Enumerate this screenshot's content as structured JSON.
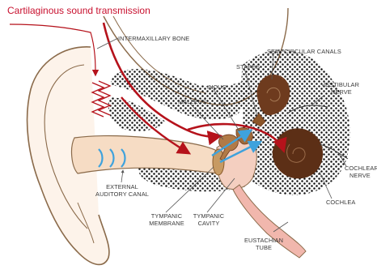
{
  "diagram": {
    "title": "Cartilaginous sound transmission",
    "colors": {
      "title_red": "#c8102e",
      "arrow_red": "#b5121b",
      "arrow_blue": "#3ea2dd",
      "skin_outline": "#8a6a4a",
      "canal_fill": "#f6dcc4",
      "ossicles_brown": "#6e3b1e",
      "label_gray": "#3a3a3a"
    },
    "labels": {
      "intermaxillary_bone": "INTERMAXILLARY BONE",
      "semicircular_canals": "SEMI-CIRCULAR CANALS",
      "stapes": "STAPES",
      "incus": "INCUS",
      "malleus": "MALLEUS",
      "vestibular_nerve_1": "VESTIBULAR",
      "vestibular_nerve_2": "NERVE",
      "cochlear_nerve_1": "COCHLEAR",
      "cochlear_nerve_2": "NERVE",
      "cochlea": "COCHLEA",
      "external_canal_1": "EXTERNAL",
      "external_canal_2": "AUDITORY CANAL",
      "tympanic_membrane_1": "TYMPANIC",
      "tympanic_membrane_2": "MEMBRANE",
      "tympanic_cavity_1": "TYMPANIC",
      "tympanic_cavity_2": "CAVITY",
      "eustachian_tube_1": "EUSTACHIAN",
      "eustachian_tube_2": "TUBE"
    }
  }
}
